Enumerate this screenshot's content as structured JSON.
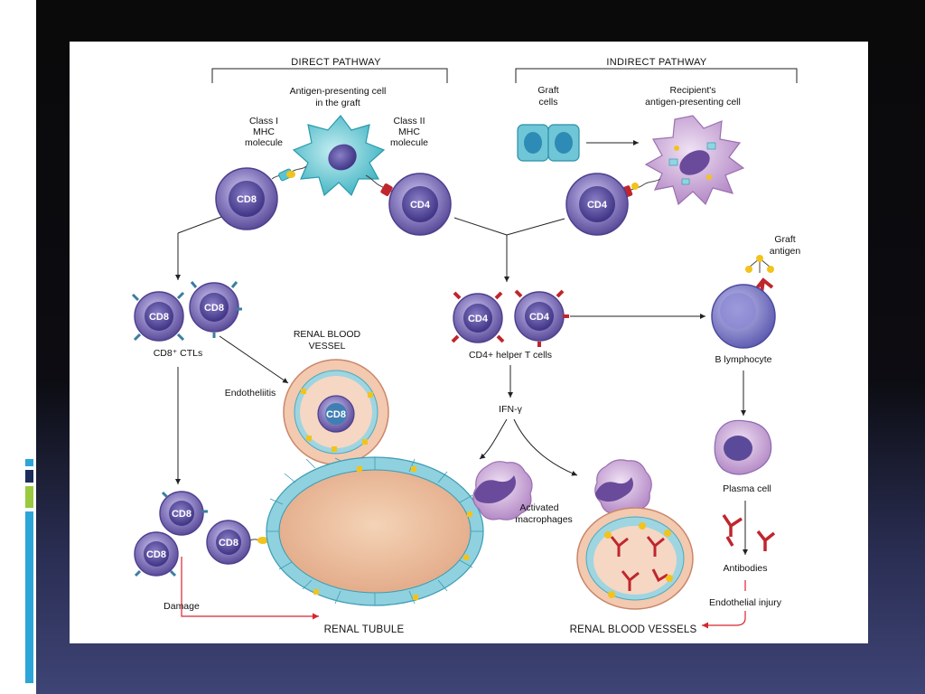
{
  "headers": {
    "direct": "DIRECT PATHWAY",
    "indirect": "INDIRECT PATHWAY"
  },
  "labels": {
    "apc_graft_1": "Antigen-presenting cell",
    "apc_graft_2": "in the graft",
    "class1_1": "Class I",
    "class1_2": "MHC",
    "class1_3": "molecule",
    "class2_1": "Class II",
    "class2_2": "MHC",
    "class2_3": "molecule",
    "graft_cells_1": "Graft",
    "graft_cells_2": "cells",
    "recipient_apc_1": "Recipient's",
    "recipient_apc_2": "antigen-presenting cell",
    "graft_antigen_1": "Graft",
    "graft_antigen_2": "antigen",
    "cd8_ctls": "CD8⁺ CTLs",
    "renal_blood_vessel_1": "RENAL BLOOD",
    "renal_blood_vessel_2": "VESSEL",
    "endotheliitis": "Endotheliitis",
    "cd4_helper": "CD4+ helper T cells",
    "b_lymphocyte": "B lymphocyte",
    "ifn_gamma": "IFN-γ",
    "activated_macrophages_1": "Activated",
    "activated_macrophages_2": "macrophages",
    "plasma_cell": "Plasma cell",
    "antibodies": "Antibodies",
    "endothelial_injury": "Endothelial injury",
    "damage": "Damage",
    "renal_tubule": "RENAL TUBULE",
    "renal_blood_vessels": "RENAL BLOOD VESSELS"
  },
  "cells": {
    "cd8": "CD8",
    "cd4": "CD4"
  },
  "colors": {
    "tcell": "#7b6bb5",
    "apc": "#5cc3cf",
    "graft_cell": "#6fc6d6",
    "macrophage": "#b790c9",
    "antibody": "#c0262d",
    "antigen": "#f2c31c",
    "tubule": "#e9bb96",
    "arrow_red": "#d7262e",
    "slide_bg": "#0a0a0a",
    "deco_blue": "#2ca6d9",
    "deco_green": "#9ac83e"
  }
}
